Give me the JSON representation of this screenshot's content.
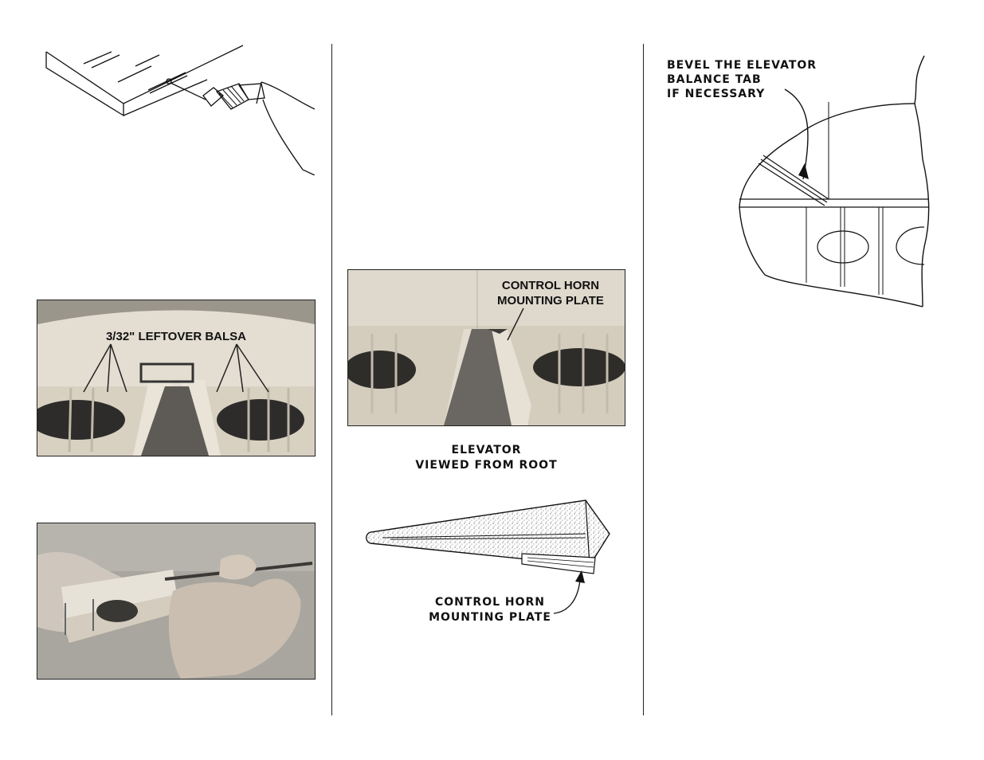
{
  "column2": {
    "photo_label_line1": "CONTROL HORN",
    "photo_label_line2": "MOUNTING PLATE",
    "diagram_title_line1": "ELEVATOR",
    "diagram_title_line2": "VIEWED FROM ROOT",
    "diagram_callout_line1": "CONTROL HORN",
    "diagram_callout_line2": "MOUNTING PLATE"
  },
  "column1": {
    "photo_label": "3/32\" LEFTOVER BALSA"
  },
  "column3": {
    "callout_line1": "BEVEL THE ELEVATOR",
    "callout_line2": "BALANCE TAB",
    "callout_line3": "IF NECESSARY"
  }
}
